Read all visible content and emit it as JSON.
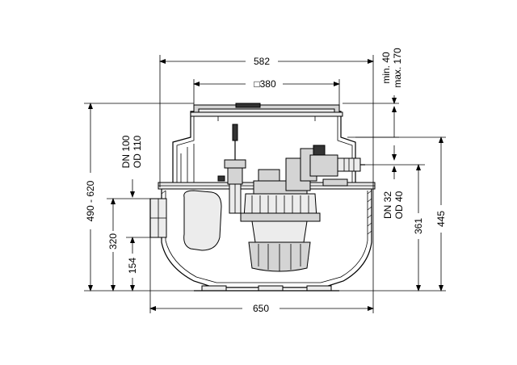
{
  "dimensions": {
    "top_width": "582",
    "cover_size": "□380",
    "cover_min": "min. 40",
    "cover_max": "max. 170",
    "inlet_dn": "DN 100",
    "inlet_od": "OD 110",
    "overall_height": "490 - 620",
    "inlet_height": "320",
    "bottom_inlet_height": "154",
    "outlet_dn": "DN 32",
    "outlet_od": "OD 40",
    "outlet_height": "361",
    "total_height": "445",
    "bottom_width": "650"
  }
}
